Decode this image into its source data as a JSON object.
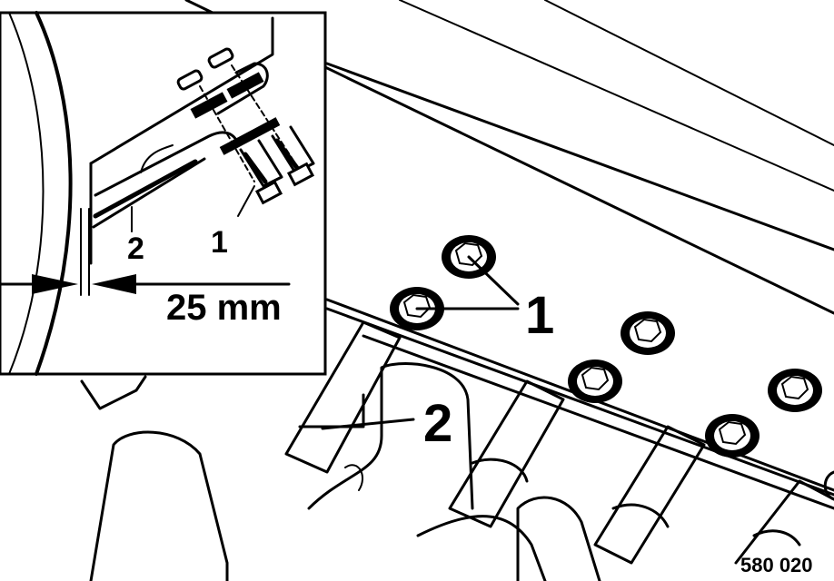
{
  "labels": {
    "callout_1": "1",
    "callout_2": "2",
    "inset_callout_1": "1",
    "inset_callout_2": "2",
    "dimension": "25 mm",
    "figure_ref": "580 020"
  }
}
